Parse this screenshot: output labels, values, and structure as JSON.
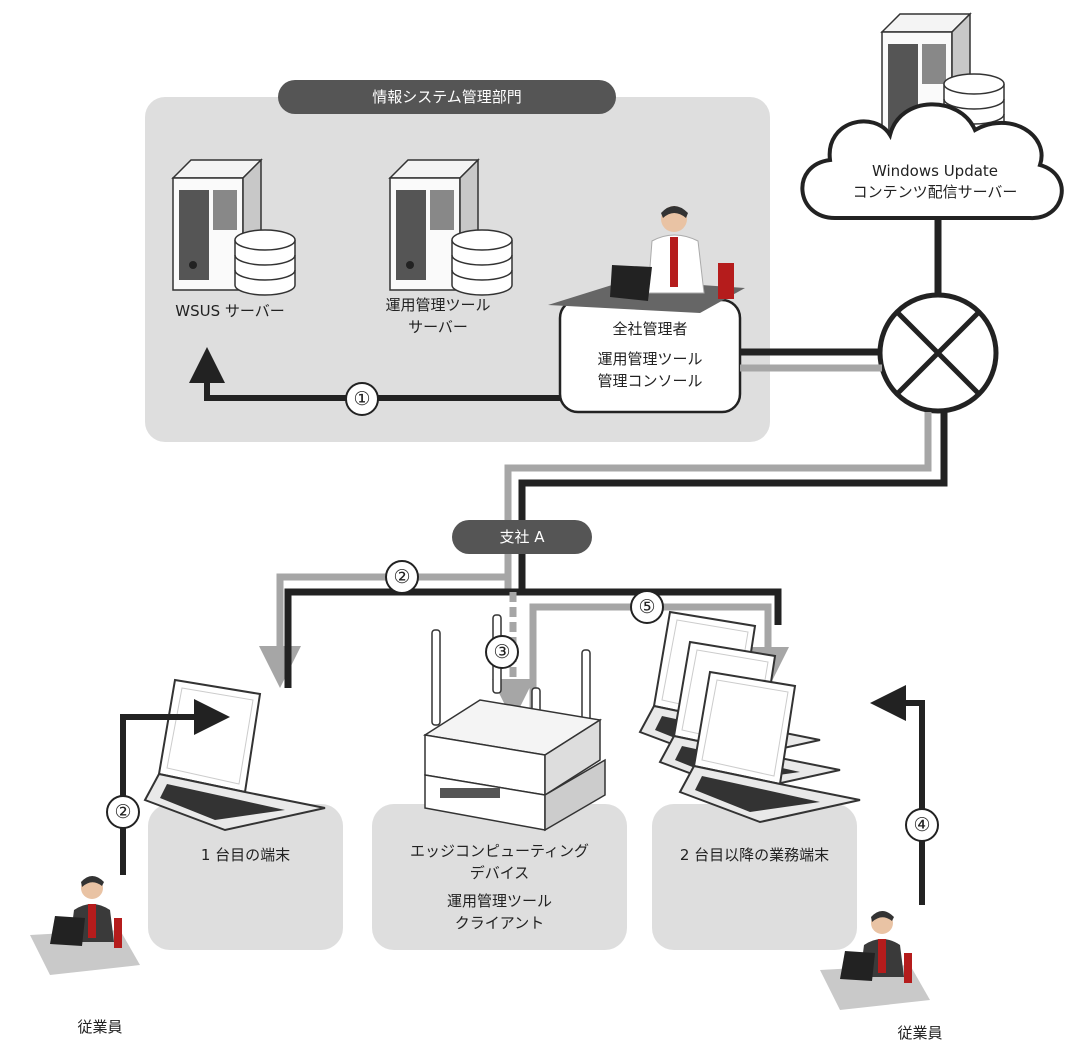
{
  "hq_group": {
    "title": "情報システム管理部門"
  },
  "wsus_server": {
    "label": "WSUS サーバー"
  },
  "mgmt_tool_server": {
    "line1": "運用管理ツール",
    "line2": "サーバー"
  },
  "company_admin": {
    "title": "全社管理者",
    "line1": "運用管理ツール",
    "line2": "管理コンソール"
  },
  "cloud": {
    "line1": "Windows Update",
    "line2": "コンテンツ配信サーバー"
  },
  "branch": {
    "title": "支社 A"
  },
  "first_terminal": {
    "label": "1 台目の端末"
  },
  "edge_device": {
    "line1": "エッジコンピューティング",
    "line2": "デバイス",
    "line3": "運用管理ツール",
    "line4": "クライアント"
  },
  "other_terminals": {
    "label": "2 台目以降の業務端末"
  },
  "employee_left": {
    "label": "従業員"
  },
  "employee_right": {
    "label": "従業員"
  },
  "steps": {
    "s1": "①",
    "s2a": "②",
    "s2b": "②",
    "s3": "③",
    "s4": "④",
    "s5": "⑤"
  },
  "colors": {
    "panel": "#dedede",
    "pill": "#555555",
    "line_dark": "#222222",
    "line_gray": "#a6a6a6"
  }
}
